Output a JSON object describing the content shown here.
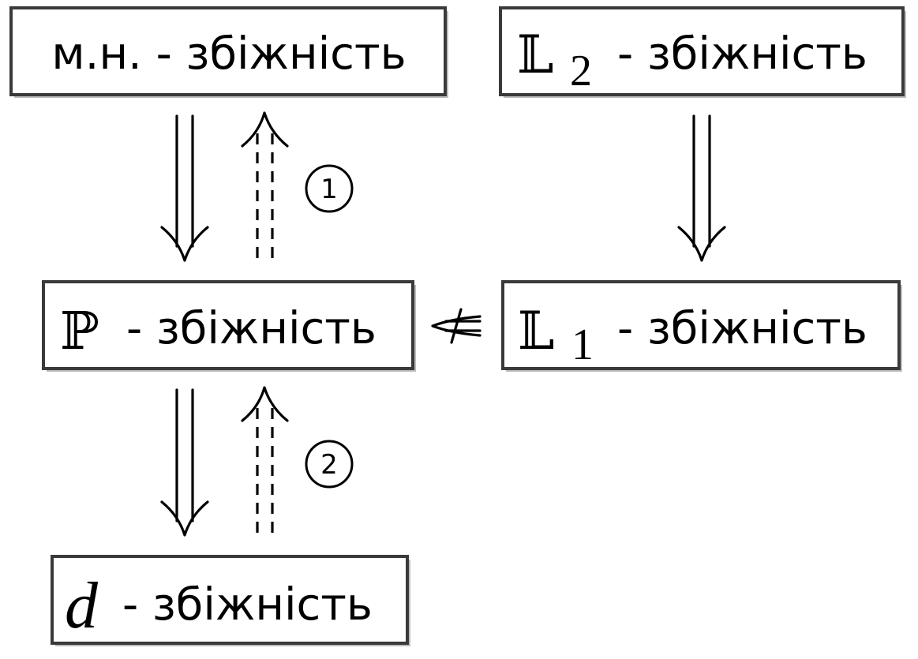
{
  "nodes": {
    "mn": {
      "prefix": "м.н.",
      "suffix": "- збіжність"
    },
    "l2": {
      "symbol": "𝕃",
      "sub": "2",
      "suffix": "- збіжність"
    },
    "p": {
      "symbol": "ℙ",
      "suffix": "- збіжність"
    },
    "l1": {
      "symbol": "𝕃",
      "sub": "1",
      "suffix": "- збіжність"
    },
    "d": {
      "symbol": "d",
      "suffix": "- збіжність"
    }
  },
  "edges": [
    {
      "from": "mn",
      "to": "p",
      "style": "solid-double"
    },
    {
      "from": "p",
      "to": "mn",
      "style": "dashed-double",
      "marker": "1"
    },
    {
      "from": "l2",
      "to": "l1",
      "style": "solid-double"
    },
    {
      "from": "l1",
      "to": "p",
      "style": "negated-double"
    },
    {
      "from": "p",
      "to": "d",
      "style": "solid-double"
    },
    {
      "from": "d",
      "to": "p",
      "style": "dashed-double",
      "marker": "2"
    }
  ],
  "markers": {
    "one": "1",
    "two": "2"
  },
  "colors": {
    "stroke": "#000000",
    "border": "#3a3a3a",
    "shadow": "#bdbdbd"
  }
}
